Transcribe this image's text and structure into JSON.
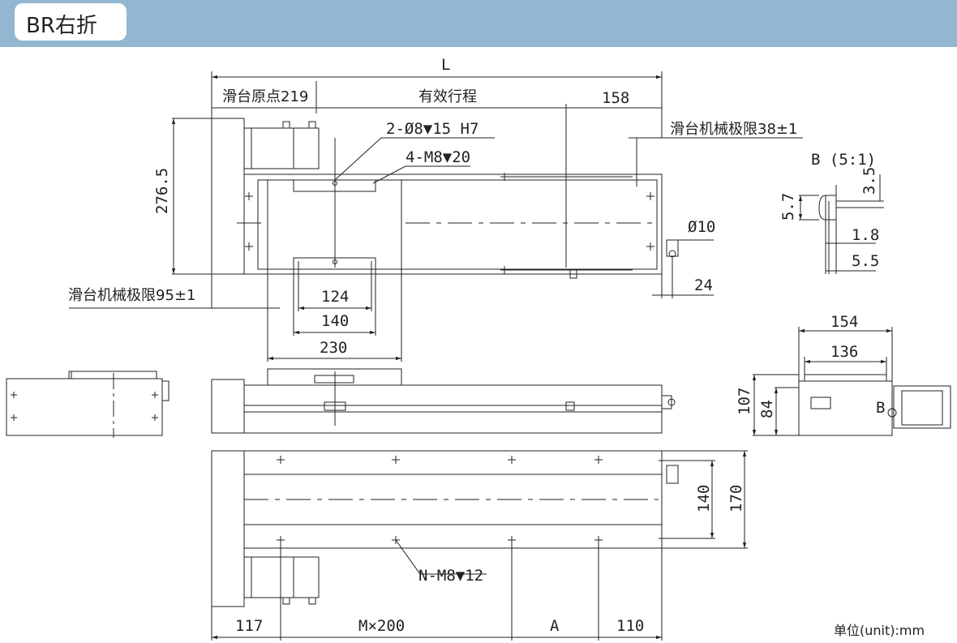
{
  "header": {
    "title": "BR右折",
    "bar_color": "#93b6d1"
  },
  "unit_note": "单位(unit):mm",
  "labels": {
    "L": "L",
    "origin": "滑台原点219",
    "stroke": "有效行程",
    "d158": "158",
    "hole1": "2-Ø8▼15  H7",
    "hole2": "4-M8▼20",
    "limit_right": "滑台机械极限38±1",
    "limit_left": "滑台机械极限95±1",
    "h276": "276.5",
    "d10": "Ø10",
    "d124": "124",
    "d140": "140",
    "d230": "230",
    "d24": "24",
    "detail_b": "B (5:1)",
    "d57": "5.7",
    "d35": "3.5",
    "d18": "1.8",
    "d55": "5.5",
    "d154": "154",
    "d136": "136",
    "d107": "107",
    "d84": "84",
    "b": "B",
    "d140v": "140",
    "d170": "170",
    "nm8": "N-M8▼12",
    "d117": "117",
    "m200": "M×200",
    "a": "A",
    "d110": "110"
  }
}
